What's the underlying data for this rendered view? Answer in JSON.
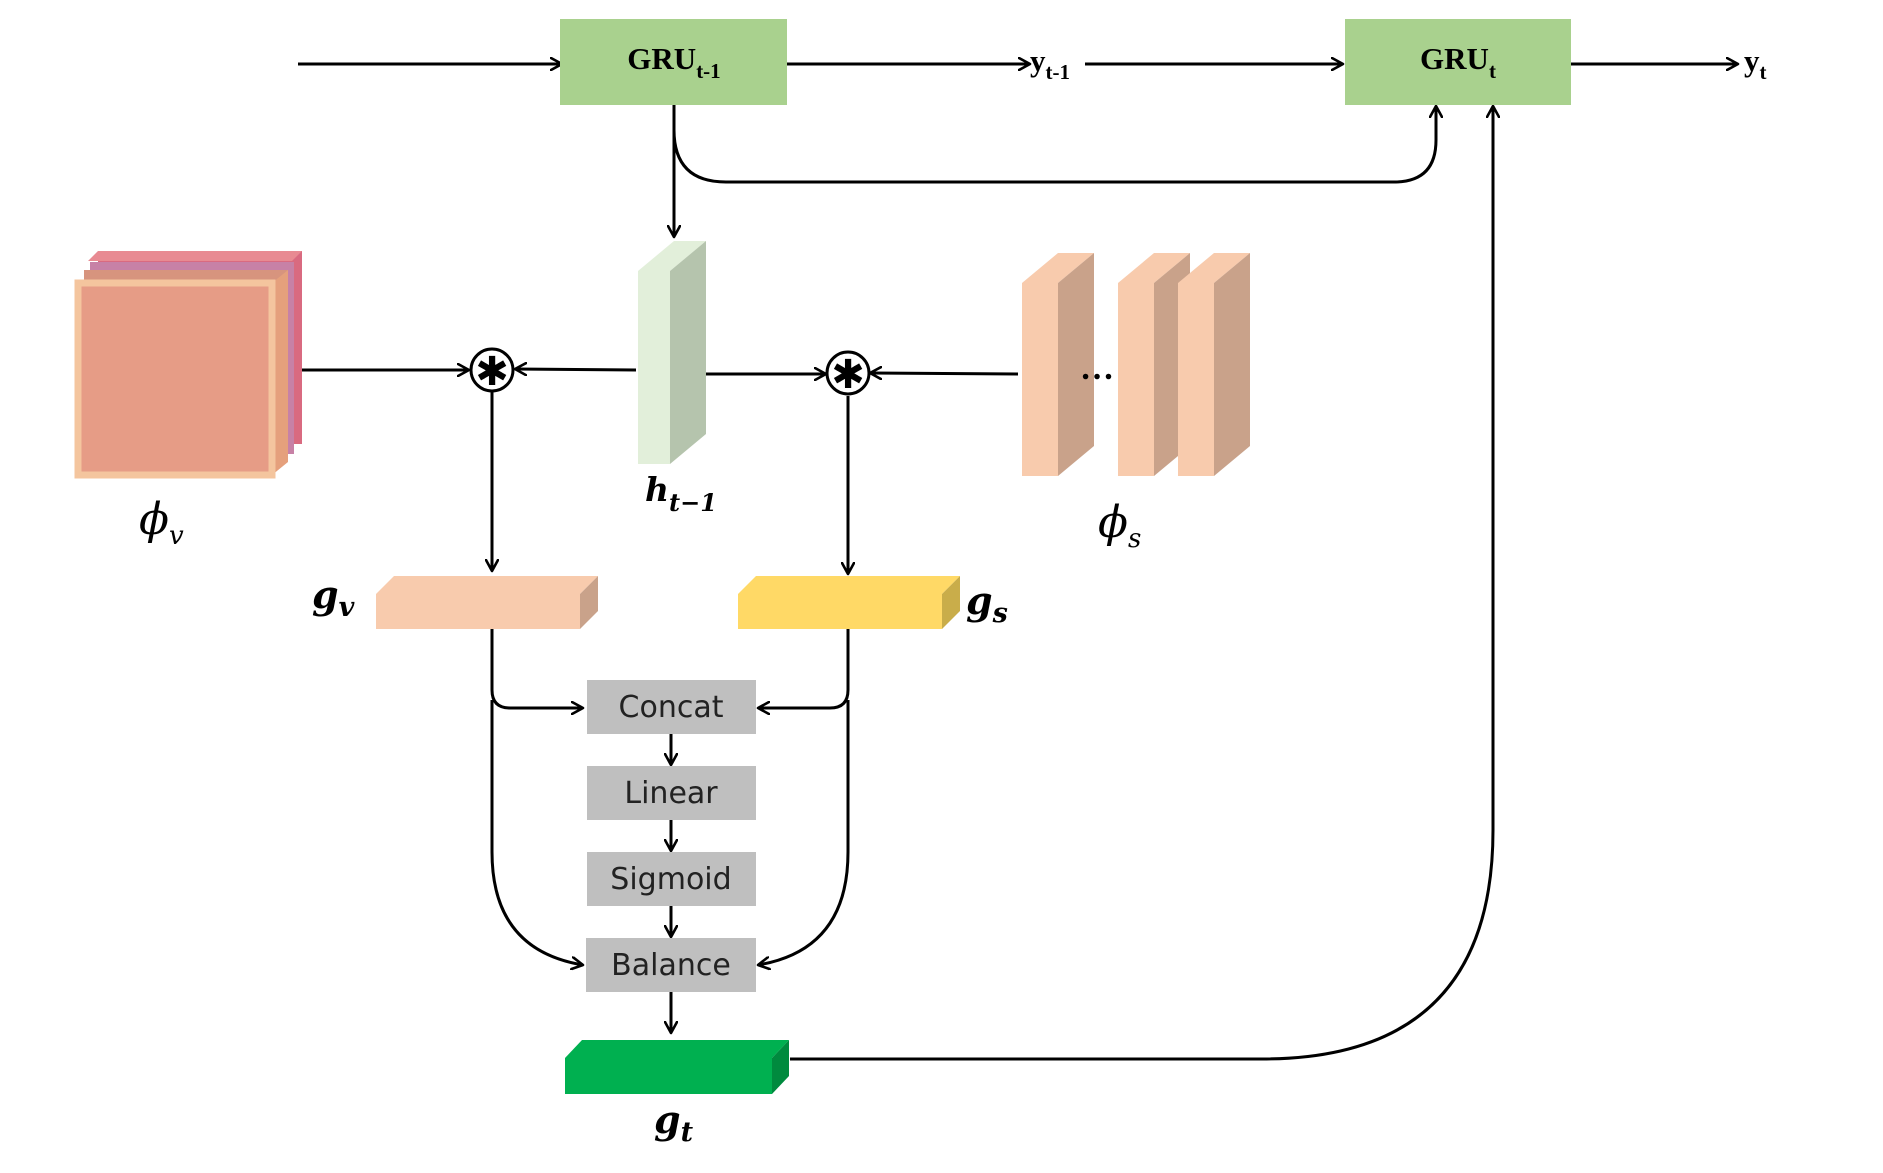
{
  "nodes": {
    "gru_prev": {
      "base": "GRU",
      "sub": "t-1"
    },
    "gru_cur": {
      "base": "GRU",
      "sub": "t"
    },
    "y_prev": {
      "base": "y",
      "sub": "t-1"
    },
    "y_cur": {
      "base": "y",
      "sub": "t"
    },
    "h_prev": {
      "base": "h",
      "sub": "t−1"
    },
    "phi_v": {
      "base": "ϕ",
      "sub": "v"
    },
    "phi_s": {
      "base": "ϕ",
      "sub": "s"
    },
    "g_v": {
      "base": "g",
      "sub": "v"
    },
    "g_s": {
      "base": "g",
      "sub": "s"
    },
    "g_t": {
      "base": "g",
      "sub": "t"
    },
    "ellipsis": "…"
  },
  "ops": {
    "concat": "Concat",
    "linear": "Linear",
    "sigmoid": "Sigmoid",
    "balance": "Balance"
  },
  "operator_symbol": "✱",
  "colors": {
    "gru_fill": "#a9d18e",
    "op_fill": "#bfbfbf",
    "hidden_front": "#e2efda",
    "hidden_side": "#b5c4ad",
    "phi_s_front": "#f8cbad",
    "phi_s_side": "#c9a28a",
    "gv_front": "#f8cbad",
    "gv_side": "#c9a28a",
    "gs_front": "#ffd966",
    "gs_side": "#c9ad4a",
    "gt_front": "#00b050",
    "gt_side": "#008a3e",
    "phi_v_front": "#e69c86",
    "line": "#000000"
  }
}
